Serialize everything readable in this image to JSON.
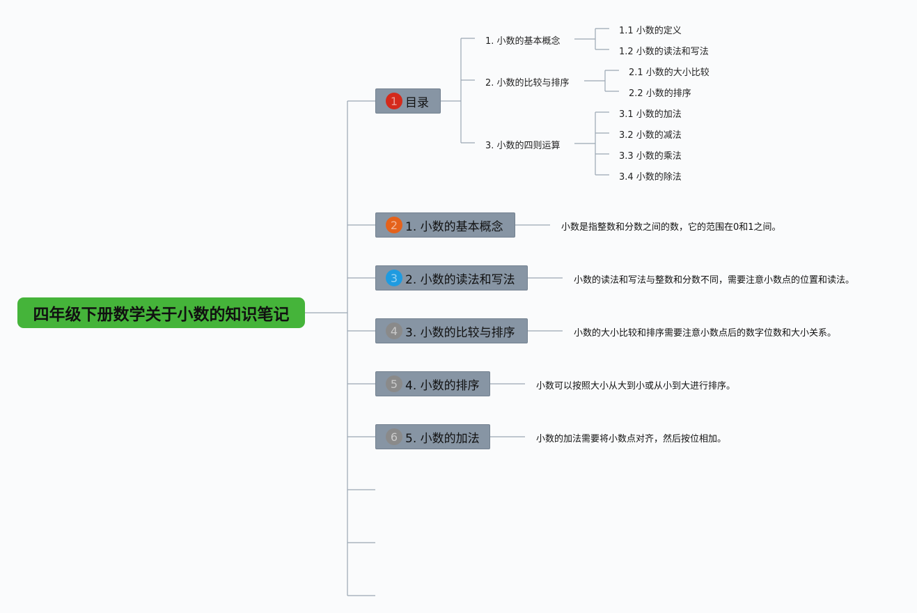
{
  "root": {
    "title": "四年级下册数学关于小数的知识笔记"
  },
  "colors": {
    "root_bg": "#45b43a",
    "topic_bg": "#8795a4",
    "line": "#9aa6b3",
    "badges": [
      "#d42a1b",
      "#e5621b",
      "#1f9be0",
      "#8a8a8a",
      "#8a8a8a",
      "#8a8a8a"
    ]
  },
  "topics": [
    {
      "badge": "1",
      "label": "目录"
    },
    {
      "badge": "2",
      "label": "1. 小数的基本概念",
      "desc": "小数是指整数和分数之间的数，它的范围在0和1之间。"
    },
    {
      "badge": "3",
      "label": "2. 小数的读法和写法",
      "desc": "小数的读法和写法与整数和分数不同，需要注意小数点的位置和读法。"
    },
    {
      "badge": "4",
      "label": "3. 小数的比较与排序",
      "desc": "小数的大小比较和排序需要注意小数点后的数字位数和大小关系。"
    },
    {
      "badge": "5",
      "label": "4. 小数的排序",
      "desc": "小数可以按照大小从大到小或从小到大进行排序。"
    },
    {
      "badge": "6",
      "label": "5. 小数的加法",
      "desc": "小数的加法需要将小数点对齐，然后按位相加。"
    }
  ],
  "toc": [
    {
      "label": "1. 小数的基本概念",
      "children": [
        "1.1 小数的定义",
        "1.2 小数的读法和写法"
      ]
    },
    {
      "label": "2. 小数的比较与排序",
      "children": [
        "2.1 小数的大小比较",
        "2.2 小数的排序"
      ]
    },
    {
      "label": "3. 小数的四则运算",
      "children": [
        "3.1 小数的加法",
        "3.2 小数的减法",
        "3.3 小数的乘法",
        "3.4 小数的除法"
      ]
    }
  ]
}
